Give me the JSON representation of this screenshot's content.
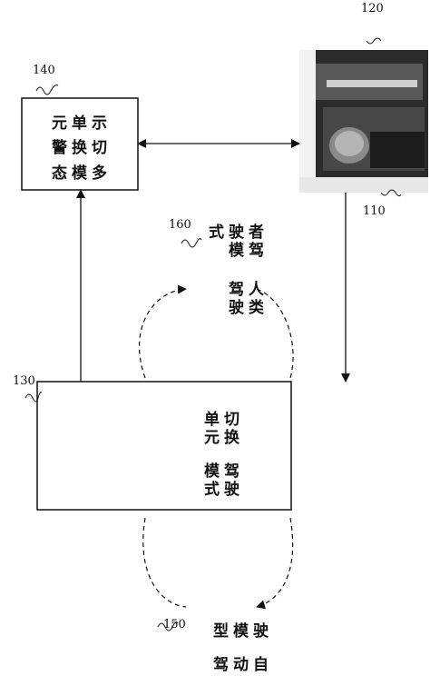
{
  "labels": {
    "warning_unit_line1": "多模态",
    "warning_unit_line2": "切换警",
    "warning_unit_line3": "示单元",
    "switching_unit_line1": "驾驶模式",
    "switching_unit_line2": "切换单元",
    "human_mode_line1": "人类驾驶",
    "human_mode_line2": "者驾驶模式",
    "auto_mode_line1": "自动驾",
    "auto_mode_line2": "驶模型"
  },
  "refs": {
    "warning_unit": "140",
    "camera": "120",
    "driver_photo": "110",
    "switching_unit": "130",
    "human_mode": "160",
    "auto_mode": "150"
  }
}
